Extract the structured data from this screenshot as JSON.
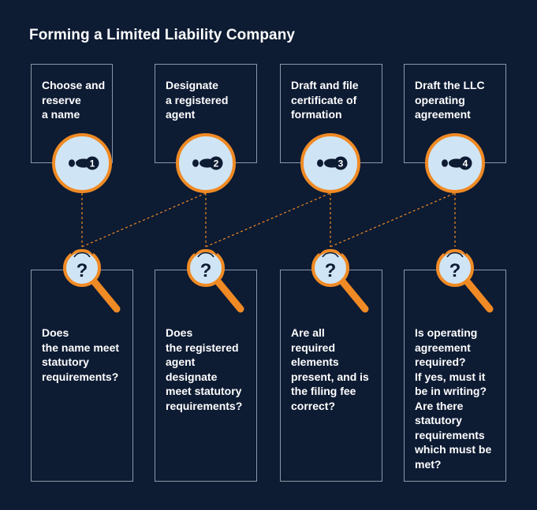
{
  "title": "Forming a Limited Liability Company",
  "colors": {
    "background": "#0d1b33",
    "accent_orange": "#f08a24",
    "circle_fill": "#cfe5f5",
    "box_border": "#8f98a8"
  },
  "steps": [
    {
      "number": "1",
      "label": "Choose and\nreserve\na name",
      "icon": "footprint-icon"
    },
    {
      "number": "2",
      "label": "Designate\na registered\nagent",
      "icon": "footprint-icon"
    },
    {
      "number": "3",
      "label": "Draft and file\ncertificate of\nformation",
      "icon": "footprint-icon"
    },
    {
      "number": "4",
      "label": "Draft the LLC\noperating\nagreement",
      "icon": "footprint-icon"
    }
  ],
  "questions": [
    {
      "label": "Does\nthe name meet\nstatutory\nrequirements?",
      "icon": "magnifier-question-icon"
    },
    {
      "label": "Does\nthe registered\nagent\ndesignate\nmeet statutory\nrequirements?",
      "icon": "magnifier-question-icon"
    },
    {
      "label": "Are all\nrequired\nelements\npresent, and is\nthe filing fee\ncorrect?",
      "icon": "magnifier-question-icon"
    },
    {
      "label": "Is operating\nagreement\nrequired?\nIf yes, must it\nbe in writing?\nAre there\nstatutory\nrequirements\nwhich must be\nmet?",
      "icon": "magnifier-question-icon"
    }
  ],
  "question_mark": "?"
}
